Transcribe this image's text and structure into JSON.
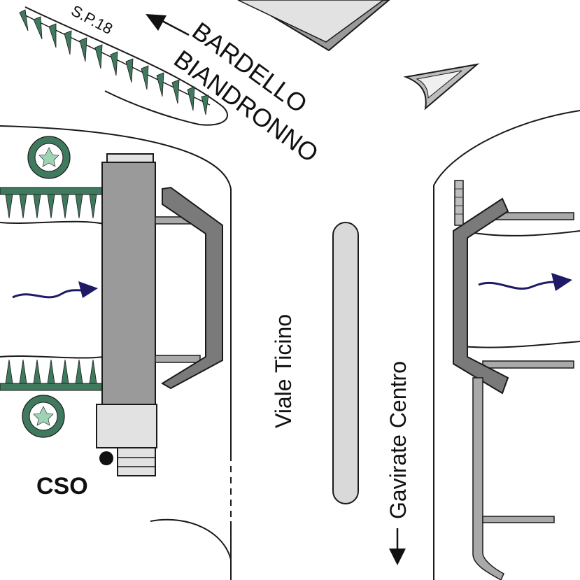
{
  "labels": {
    "road_sp": "S.P.18",
    "dest_line1": "BARDELLO",
    "dest_line2": "BIANDRONNO",
    "street_name": "Viale Ticino",
    "direction_south": "Gavirate Centro",
    "cso": "CSO"
  },
  "colors": {
    "outline": "#1a1a1a",
    "bridge_dark": "#7a7a7a",
    "bridge_light": "#a9a9a9",
    "median_fill": "#d9d9d9",
    "block_fill": "#e2e2e2",
    "vegetation": "#3f7a5e",
    "vegetation_light": "#9fd3b6",
    "water_arrow": "#1f1a66",
    "background": "#ffffff"
  },
  "icons": {
    "direction_arrow_nw": "arrow-left-icon",
    "direction_arrow_south": "arrow-down-icon",
    "flow_arrows": "wavy-arrow-icon",
    "trees": "tree-icon",
    "cso_marker": "dot-icon"
  }
}
